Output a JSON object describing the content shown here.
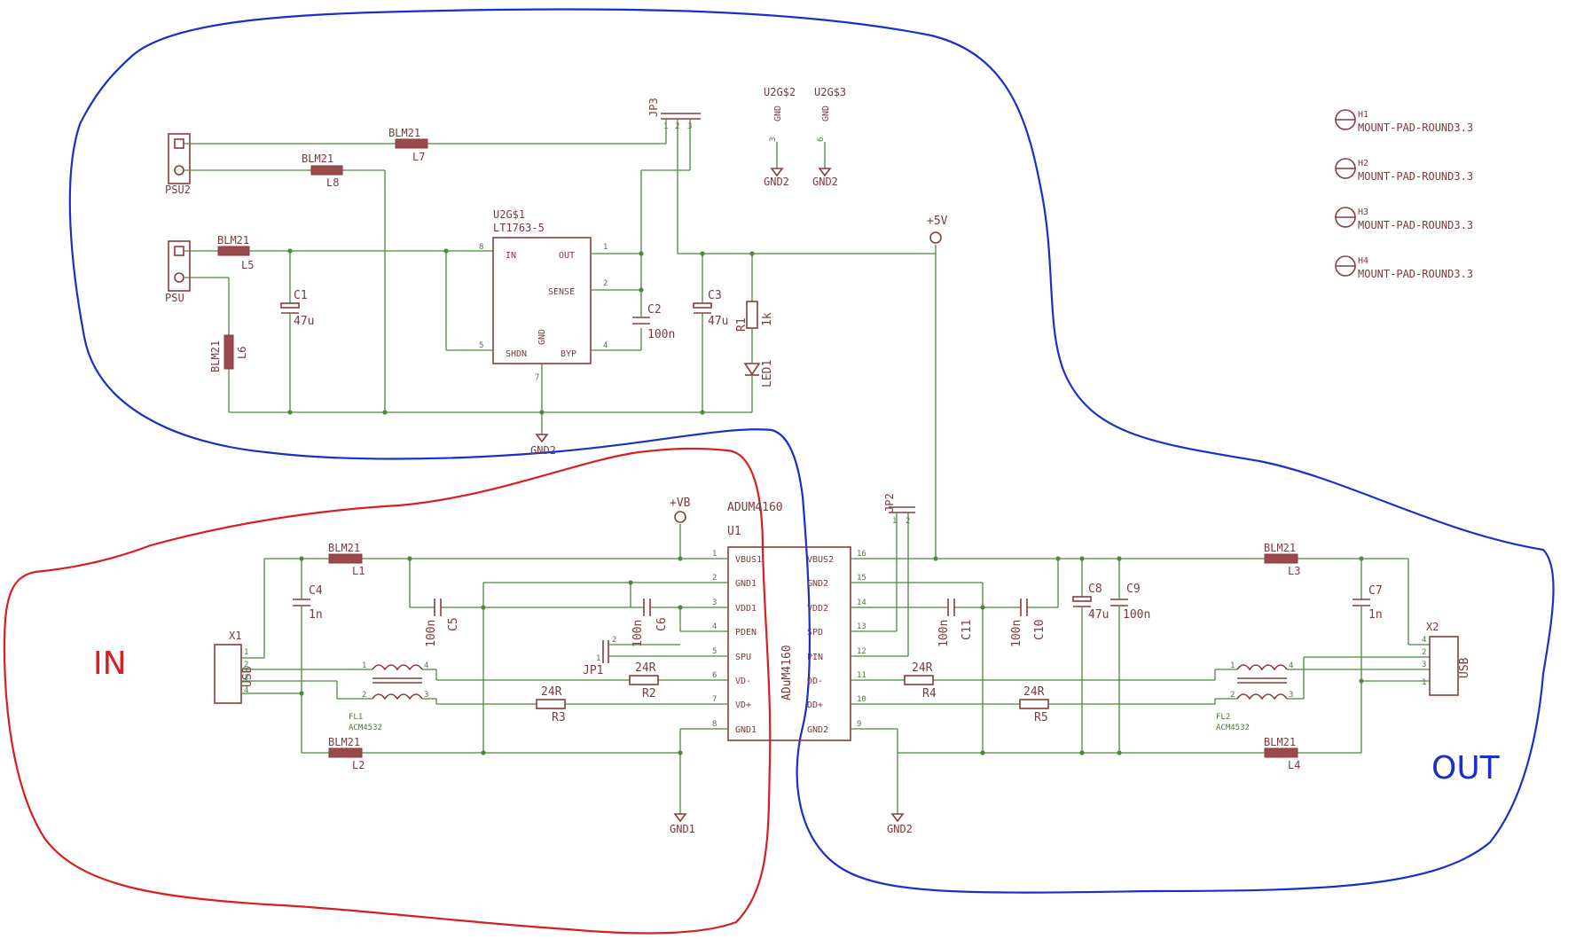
{
  "regions": {
    "in_label": "IN",
    "out_label": "OUT",
    "in_color": "#d81e1e",
    "out_color": "#1a2fc8"
  },
  "power": {
    "psu2": "PSU2",
    "psu": "PSU",
    "l7": {
      "type": "BLM21",
      "ref": "L7"
    },
    "l8": {
      "type": "BLM21",
      "ref": "L8"
    },
    "l5": {
      "type": "BLM21",
      "ref": "L5"
    },
    "l6": {
      "type": "BLM21",
      "ref": "L6"
    },
    "jp3": "JP3",
    "jp3_pins": [
      "1",
      "2",
      "3"
    ],
    "regulator": {
      "ref": "U2G$1",
      "part": "LT1763-5",
      "in": "IN",
      "out": "OUT",
      "sense": "SENSE",
      "shdn": "SHDN",
      "gnd": "GND",
      "byp": "BYP",
      "pin_in": "8",
      "pin_out": "1",
      "pin_sense": "2",
      "pin_shdn": "5",
      "pin_byp": "4",
      "pin_gnd": "7"
    },
    "c1": {
      "ref": "C1",
      "value": "47u"
    },
    "c2": {
      "ref": "C2",
      "value": "100n"
    },
    "c3": {
      "ref": "C3",
      "value": "47u"
    },
    "r1": {
      "ref": "R1",
      "value": "1k"
    },
    "led1": "LED1",
    "vplus": "+5V",
    "gnd2_bottom": "GND2",
    "u2g2": {
      "ref": "U2G$2",
      "pin": "GND",
      "num": "3",
      "net": "GND2"
    },
    "u2g3": {
      "ref": "U2G$3",
      "pin": "GND",
      "num": "6",
      "net": "GND2"
    }
  },
  "mounts": [
    {
      "ref": "H1",
      "part": "MOUNT-PAD-ROUND3.3"
    },
    {
      "ref": "H2",
      "part": "MOUNT-PAD-ROUND3.3"
    },
    {
      "ref": "H3",
      "part": "MOUNT-PAD-ROUND3.3"
    },
    {
      "ref": "H4",
      "part": "MOUNT-PAD-ROUND3.3"
    }
  ],
  "isolator": {
    "part": "ADUM4160",
    "ref": "U1",
    "body_label": "ADuM4160",
    "left_pins": [
      {
        "num": "1",
        "name": "VBUS1"
      },
      {
        "num": "2",
        "name": "GND1"
      },
      {
        "num": "3",
        "name": "VDD1"
      },
      {
        "num": "4",
        "name": "PDEN"
      },
      {
        "num": "5",
        "name": "SPU"
      },
      {
        "num": "6",
        "name": "VD-"
      },
      {
        "num": "7",
        "name": "VD+"
      },
      {
        "num": "8",
        "name": "GND1"
      }
    ],
    "right_pins": [
      {
        "num": "16",
        "name": "VBUS2"
      },
      {
        "num": "15",
        "name": "GND2"
      },
      {
        "num": "14",
        "name": "VDD2"
      },
      {
        "num": "13",
        "name": "SPD"
      },
      {
        "num": "12",
        "name": "PIN"
      },
      {
        "num": "11",
        "name": "DD-"
      },
      {
        "num": "10",
        "name": "DD+"
      },
      {
        "num": "9",
        "name": "GND2"
      }
    ]
  },
  "in_side": {
    "vb": "+VB",
    "x1": "X1",
    "usb": "USB",
    "x1_pins": [
      "1",
      "2",
      "3",
      "4"
    ],
    "l1": {
      "type": "BLM21",
      "ref": "L1"
    },
    "l2": {
      "type": "BLM21",
      "ref": "L2"
    },
    "c4": {
      "ref": "C4",
      "value": "1n"
    },
    "c5": {
      "ref": "C5",
      "value": "100n"
    },
    "c6": {
      "ref": "C6",
      "value": "100n"
    },
    "fl1": {
      "ref": "FL1",
      "part": "ACM4532"
    },
    "fl_pins": [
      "1",
      "4",
      "2",
      "3"
    ],
    "jp1": "JP1",
    "jp1_pins": [
      "1",
      "2"
    ],
    "r2": {
      "ref": "R2",
      "value": "24R"
    },
    "r3": {
      "ref": "R3",
      "value": "24R"
    },
    "gnd": "GND1"
  },
  "out_side": {
    "x2": "X2",
    "usb": "USB",
    "x2_pins": [
      "1",
      "2",
      "3",
      "4"
    ],
    "l3": {
      "type": "BLM21",
      "ref": "L3"
    },
    "l4": {
      "type": "BLM21",
      "ref": "L4"
    },
    "c7": {
      "ref": "C7",
      "value": "1n"
    },
    "c8": {
      "ref": "C8",
      "value": "47u"
    },
    "c9": {
      "ref": "C9",
      "value": "100n"
    },
    "c10": {
      "ref": "C10",
      "value": "100n"
    },
    "c11": {
      "ref": "C11",
      "value": "100n"
    },
    "fl2": {
      "ref": "FL2",
      "part": "ACM4532"
    },
    "fl_pins": [
      "1",
      "4",
      "2",
      "3"
    ],
    "jp2": "JP2",
    "jp2_pins": [
      "1",
      "2"
    ],
    "r4": {
      "ref": "R4",
      "value": "24R"
    },
    "r5": {
      "ref": "R5",
      "value": "24R"
    },
    "gnd": "GND2"
  }
}
